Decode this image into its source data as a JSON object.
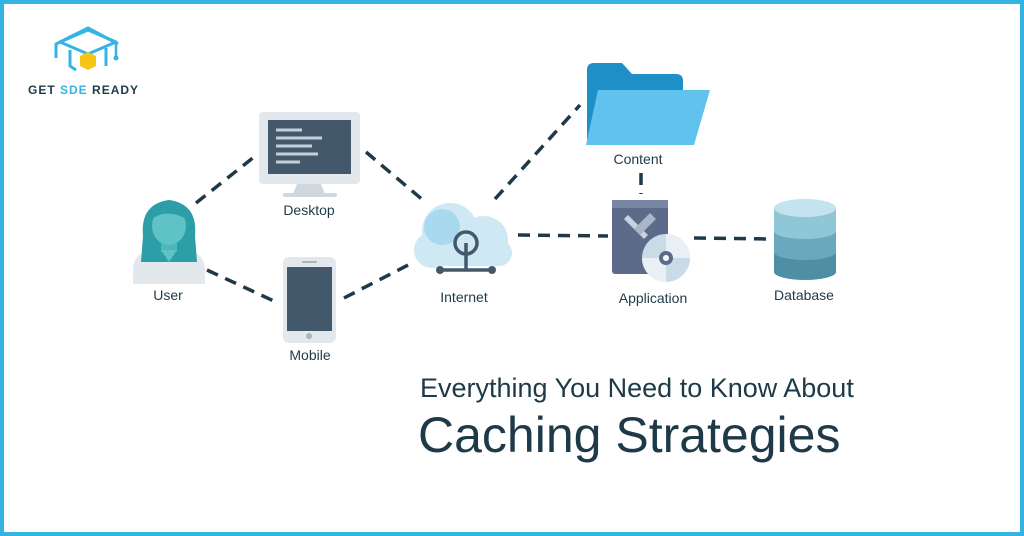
{
  "brand": {
    "prefix": "GET ",
    "highlight": "SDE",
    "suffix": " READY",
    "accent_color": "#35b4e4",
    "dark_color": "#1e3a48",
    "icon": "graduation-cap-house-logo"
  },
  "nodes": {
    "user": {
      "label": "User",
      "icon": "user-icon"
    },
    "desktop": {
      "label": "Desktop",
      "icon": "desktop-monitor-icon"
    },
    "mobile": {
      "label": "Mobile",
      "icon": "mobile-phone-icon"
    },
    "internet": {
      "label": "Internet",
      "icon": "cloud-network-icon"
    },
    "content": {
      "label": "Content",
      "icon": "folder-icon"
    },
    "application": {
      "label": "Application",
      "icon": "application-settings-icon"
    },
    "database": {
      "label": "Database",
      "icon": "database-icon"
    }
  },
  "title": {
    "line1": "Everything You Need to Know About",
    "line2": "Caching Strategies"
  },
  "colors": {
    "border": "#35b4e4",
    "connector": "#1e3a48",
    "teal": "#5fc3c6",
    "slate": "#44586c"
  }
}
